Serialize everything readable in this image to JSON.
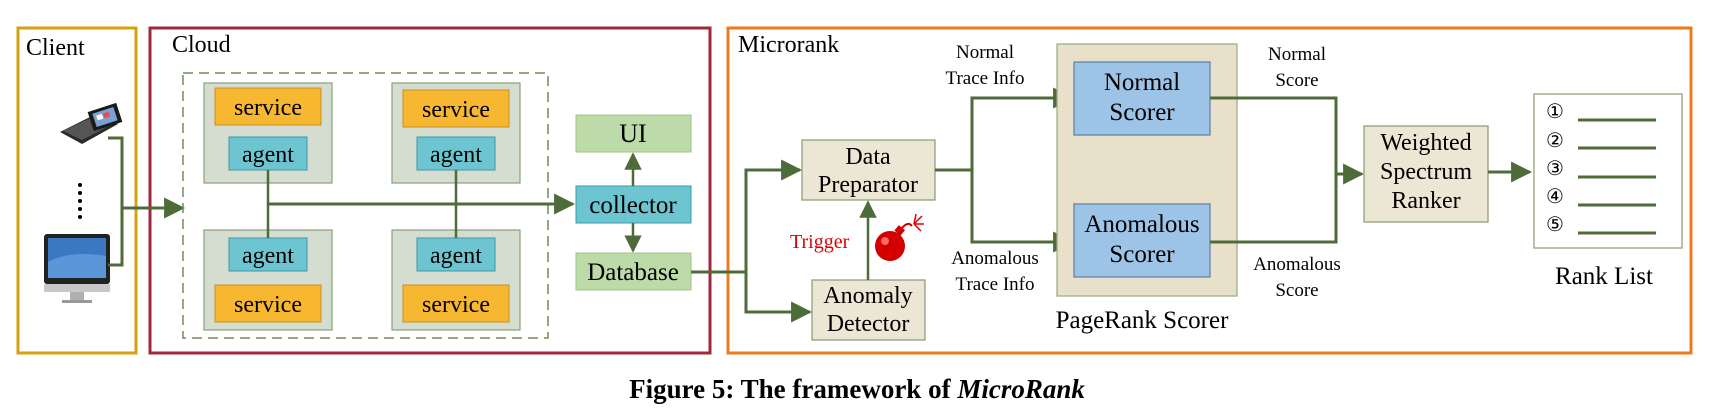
{
  "panels": {
    "client": "Client",
    "cloud": "Cloud",
    "microrank": "Microrank"
  },
  "cloud": {
    "service_label": "service",
    "agent_label": "agent",
    "ui": "UI",
    "collector": "collector",
    "database": "Database"
  },
  "microrank": {
    "data_preparator": [
      "Data",
      "Preparator"
    ],
    "anomaly_detector": [
      "Anomaly",
      "Detector"
    ],
    "trigger": "Trigger",
    "normal_trace_info": [
      "Normal",
      "Trace Info"
    ],
    "anomalous_trace_info": [
      "Anomalous",
      "Trace Info"
    ],
    "normal_scorer": [
      "Normal",
      "Scorer"
    ],
    "anomalous_scorer": [
      "Anomalous",
      "Scorer"
    ],
    "pagerank_scorer": "PageRank Scorer",
    "normal_score": [
      "Normal",
      "Score"
    ],
    "anomalous_score": [
      "Anomalous",
      "Score"
    ],
    "weighted_ranker": [
      "Weighted",
      "Spectrum",
      "Ranker"
    ],
    "rank_list_title": "Rank List",
    "rank_items": [
      "①",
      "②",
      "③",
      "④",
      "⑤"
    ]
  },
  "caption": {
    "prefix": "Figure 5: The framework of ",
    "emphasis": "MicroRank"
  },
  "colors": {
    "client_border": "#d4a20e",
    "cloud_border": "#a0283a",
    "microrank_border": "#ec7b20",
    "service_fill": "#f7b731",
    "agent_fill": "#6cc5d1",
    "green_fill": "#bcdba9",
    "beige_fill": "#ece6d5",
    "scorer_fill": "#9dc3e6",
    "arrow": "#4e6b3a",
    "trigger": "#e00000"
  }
}
